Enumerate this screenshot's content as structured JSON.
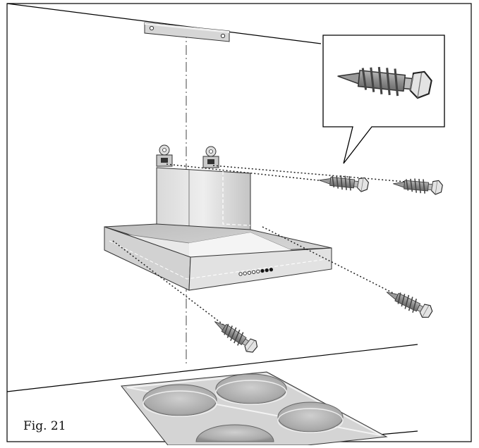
{
  "figure": {
    "label": "Fig. 21"
  },
  "colors": {
    "line": "#000000",
    "steel_light": "#e8e8e8",
    "steel_mid": "#c8c8c8",
    "steel_dark": "#9a9a9a",
    "screw": "#8e8e8e",
    "hob_plate": "#d4d4d4",
    "hob_ring": "#a6a6a6"
  },
  "icons": {
    "detail": "screw-with-wall-plug-icon",
    "bracket": "wall-bracket-icon",
    "hob": "cooktop-icon"
  },
  "control_panel": {
    "buttons": 8,
    "filled_buttons": 3
  }
}
